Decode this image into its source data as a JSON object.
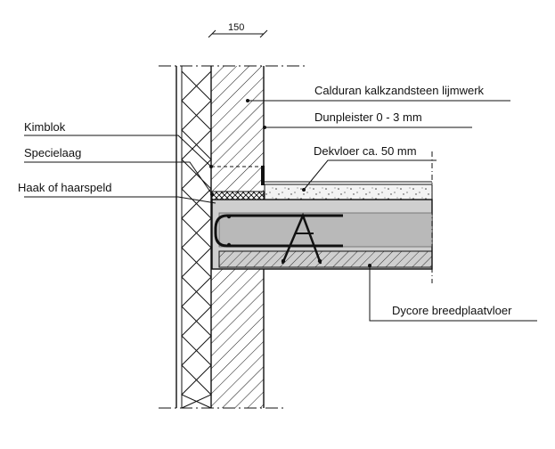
{
  "dimension": {
    "value": "150"
  },
  "labels": {
    "calduran": "Calduran kalkzandsteen lijmwerk",
    "dunpleister": "Dunpleister 0 - 3 mm",
    "kimblok": "Kimblok",
    "specielaag": "Specielaag",
    "dekvloer": "Dekvloer ca. 50 mm",
    "haak": "Haak of haarspeld",
    "dycore": "Dycore breedplaatvloer"
  },
  "colors": {
    "line": "#111111",
    "slab": "#cfcfcf",
    "screed": "#f3f3f3"
  }
}
